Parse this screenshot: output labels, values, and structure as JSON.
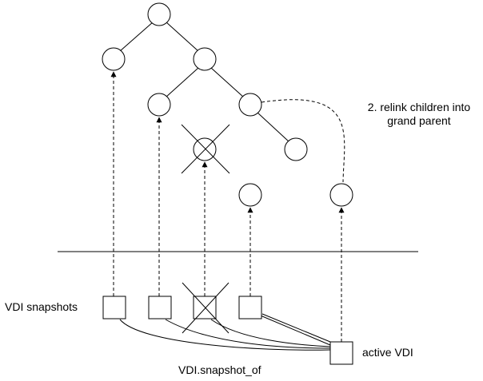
{
  "labels": {
    "relink_line1": "2. relink children into",
    "relink_line2": "grand parent",
    "vdi_snapshots": "VDI snapshots",
    "active_vdi": "active VDI",
    "snapshot_of": "VDI.snapshot_of"
  },
  "colors": {
    "stroke": "#000000",
    "background": "#ffffff"
  }
}
